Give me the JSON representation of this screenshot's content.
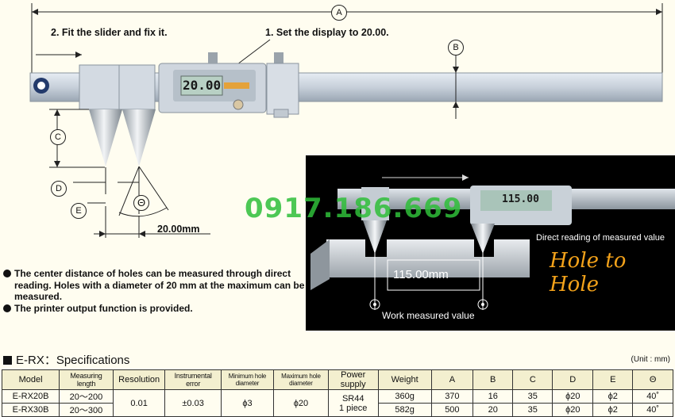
{
  "diagram": {
    "dim_a": "A",
    "dim_b": "B",
    "dim_c": "C",
    "dim_d": "D",
    "dim_e": "E",
    "theta": "Θ",
    "step_fit_slider": "2. Fit the slider and fix it.",
    "step_set_display": "1. Set the display to 20.00.",
    "display_reading": "20.00",
    "offset_label": "20.00mm"
  },
  "bullets": [
    "The center distance of holes can be measured through direct reading. Holes with a diameter of 20 mm at the maximum can be measured.",
    "The printer output function is provided."
  ],
  "photo": {
    "phone": "0917.186.669",
    "direct_reading_caption": "Direct reading of measured value",
    "slogan": "Hole to Hole",
    "measured_value": "115.00mm",
    "work_caption": "Work measured value",
    "display_reading": "115.00"
  },
  "specs": {
    "title": "E-RX：Specifications",
    "unit": "(Unit : mm)",
    "headers": [
      "Model",
      "Measuring length",
      "Resolution",
      "Instrumental error",
      "Minimum hole diameter",
      "Maximum hole diameter",
      "Power supply",
      "Weight",
      "A",
      "B",
      "C",
      "D",
      "E",
      "Θ"
    ],
    "resolution": "0.01",
    "instrumental_error": "±0.03",
    "min_hole": "ϕ3",
    "max_hole": "ϕ20",
    "power_supply_1": "SR44",
    "power_supply_2": "1 piece",
    "rows": [
      {
        "model": "E-RX20B",
        "length": "20～200",
        "weight": "360g",
        "a": "370",
        "b": "16",
        "c": "35",
        "d": "ϕ20",
        "e": "ϕ2",
        "theta": "40˚"
      },
      {
        "model": "E-RX30B",
        "length": "20～300",
        "weight": "582g",
        "a": "500",
        "b": "20",
        "c": "35",
        "d": "ϕ20",
        "e": "ϕ2",
        "theta": "40˚"
      }
    ]
  }
}
